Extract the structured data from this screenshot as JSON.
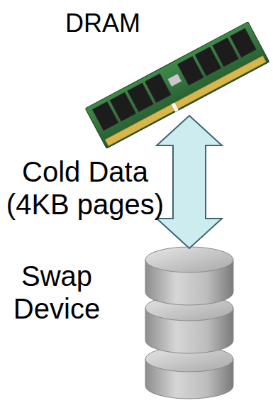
{
  "diagram": {
    "nodes": [
      {
        "text": [
          "DRAM"
        ]
      },
      {
        "text": [
          "Swap Device"
        ]
      }
    ],
    "edges": [
      {
        "from": 0,
        "to": 1,
        "label": "Cold Data (4KB pages)",
        "arrow": "both"
      }
    ]
  }
}
